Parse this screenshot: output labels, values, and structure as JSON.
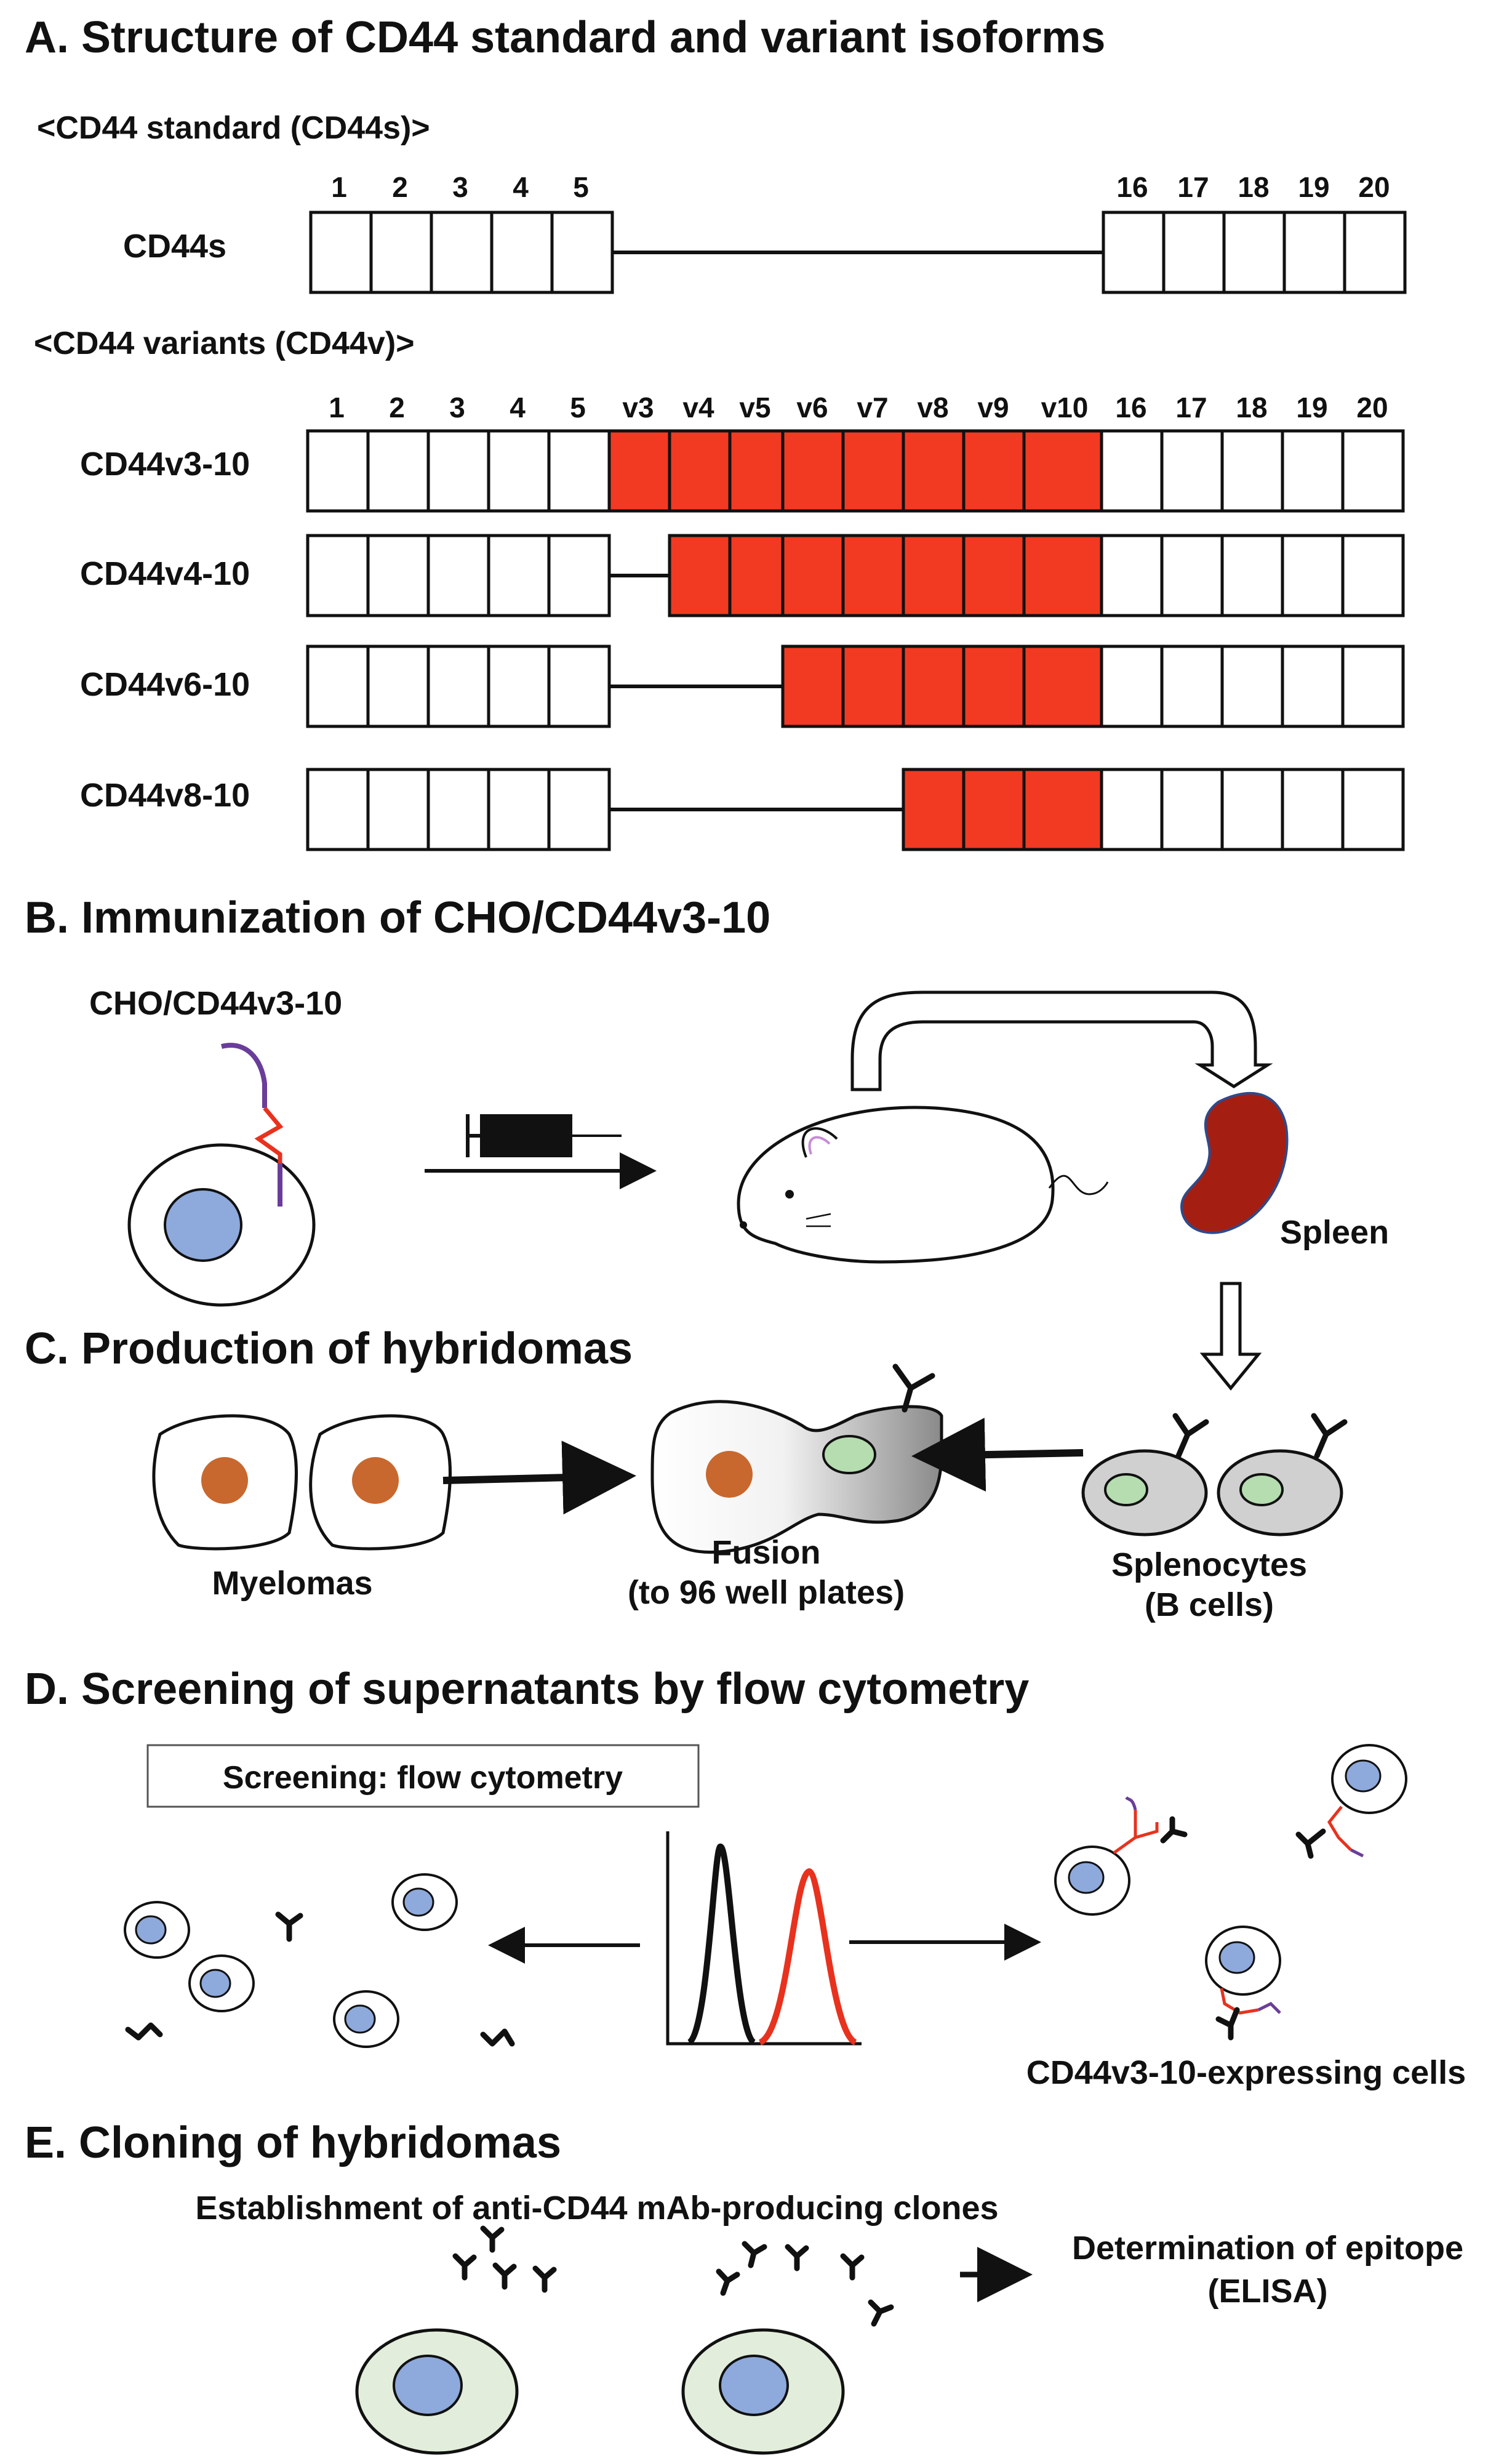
{
  "sectionA": {
    "title": "A. Structure of CD44 standard and variant isoforms",
    "standard_header": "<CD44 standard (CD44s)>",
    "variant_header": "<CD44 variants (CD44v)>",
    "standard_label": "CD44s",
    "standard_exon_numbers": [
      "1",
      "2",
      "3",
      "4",
      "5",
      "16",
      "17",
      "18",
      "19",
      "20"
    ],
    "variant_exon_numbers": [
      "1",
      "2",
      "3",
      "4",
      "5",
      "v3",
      "v4",
      "v5",
      "v6",
      "v7",
      "v8",
      "v9",
      "v10",
      "16",
      "17",
      "18",
      "19",
      "20"
    ],
    "isoforms": [
      {
        "label": "CD44v3-10",
        "variant_exons": [
          "v3",
          "v4",
          "v5",
          "v6",
          "v7",
          "v8",
          "v9",
          "v10"
        ]
      },
      {
        "label": "CD44v4-10",
        "variant_exons": [
          "v4",
          "v5",
          "v6",
          "v7",
          "v8",
          "v9",
          "v10"
        ]
      },
      {
        "label": "CD44v6-10",
        "variant_exons": [
          "v6",
          "v7",
          "v8",
          "v9",
          "v10"
        ]
      },
      {
        "label": "CD44v8-10",
        "variant_exons": [
          "v8",
          "v9",
          "v10"
        ]
      }
    ],
    "colors": {
      "variant_exon": "#f23a22",
      "constant_exon": "#ffffff"
    }
  },
  "sectionB": {
    "title": "B. Immunization of CHO/CD44v3-10",
    "cell_label": "CHO/CD44v3-10",
    "spleen_label": "Spleen",
    "colors": {
      "nucleus": "#8ea9db",
      "spleen": "#a51e12",
      "linker_red": "#e8321e",
      "linker_purple": "#6a3d9a"
    }
  },
  "sectionC": {
    "title": "C. Production of hybridomas",
    "myeloma_label": "Myelomas",
    "fusion_label_1": "Fusion",
    "fusion_label_2": "(to 96 well plates)",
    "splenocyte_label_1": "Splenocytes",
    "splenocyte_label_2": "(B cells)",
    "colors": {
      "myeloma_nucleus": "#c8682e",
      "bcell_nucleus": "#b5ddb0",
      "bcell_body": "#d0d0d0"
    }
  },
  "sectionD": {
    "title": "D. Screening of supernatants by flow cytometry",
    "screen_box": "Screening: flow cytometry",
    "expressing_label": "CD44v3-10-expressing cells",
    "colors": {
      "negative_peak": "#111111",
      "positive_peak": "#e8321e"
    }
  },
  "sectionE": {
    "title": "E. Cloning of hybridomas",
    "subtitle": "Establishment of anti-CD44 mAb-producing clones",
    "epitope_label_1": "Determination of epitope",
    "epitope_label_2": "(ELISA)",
    "colors": {
      "clone_body": "#e2eedb"
    }
  }
}
